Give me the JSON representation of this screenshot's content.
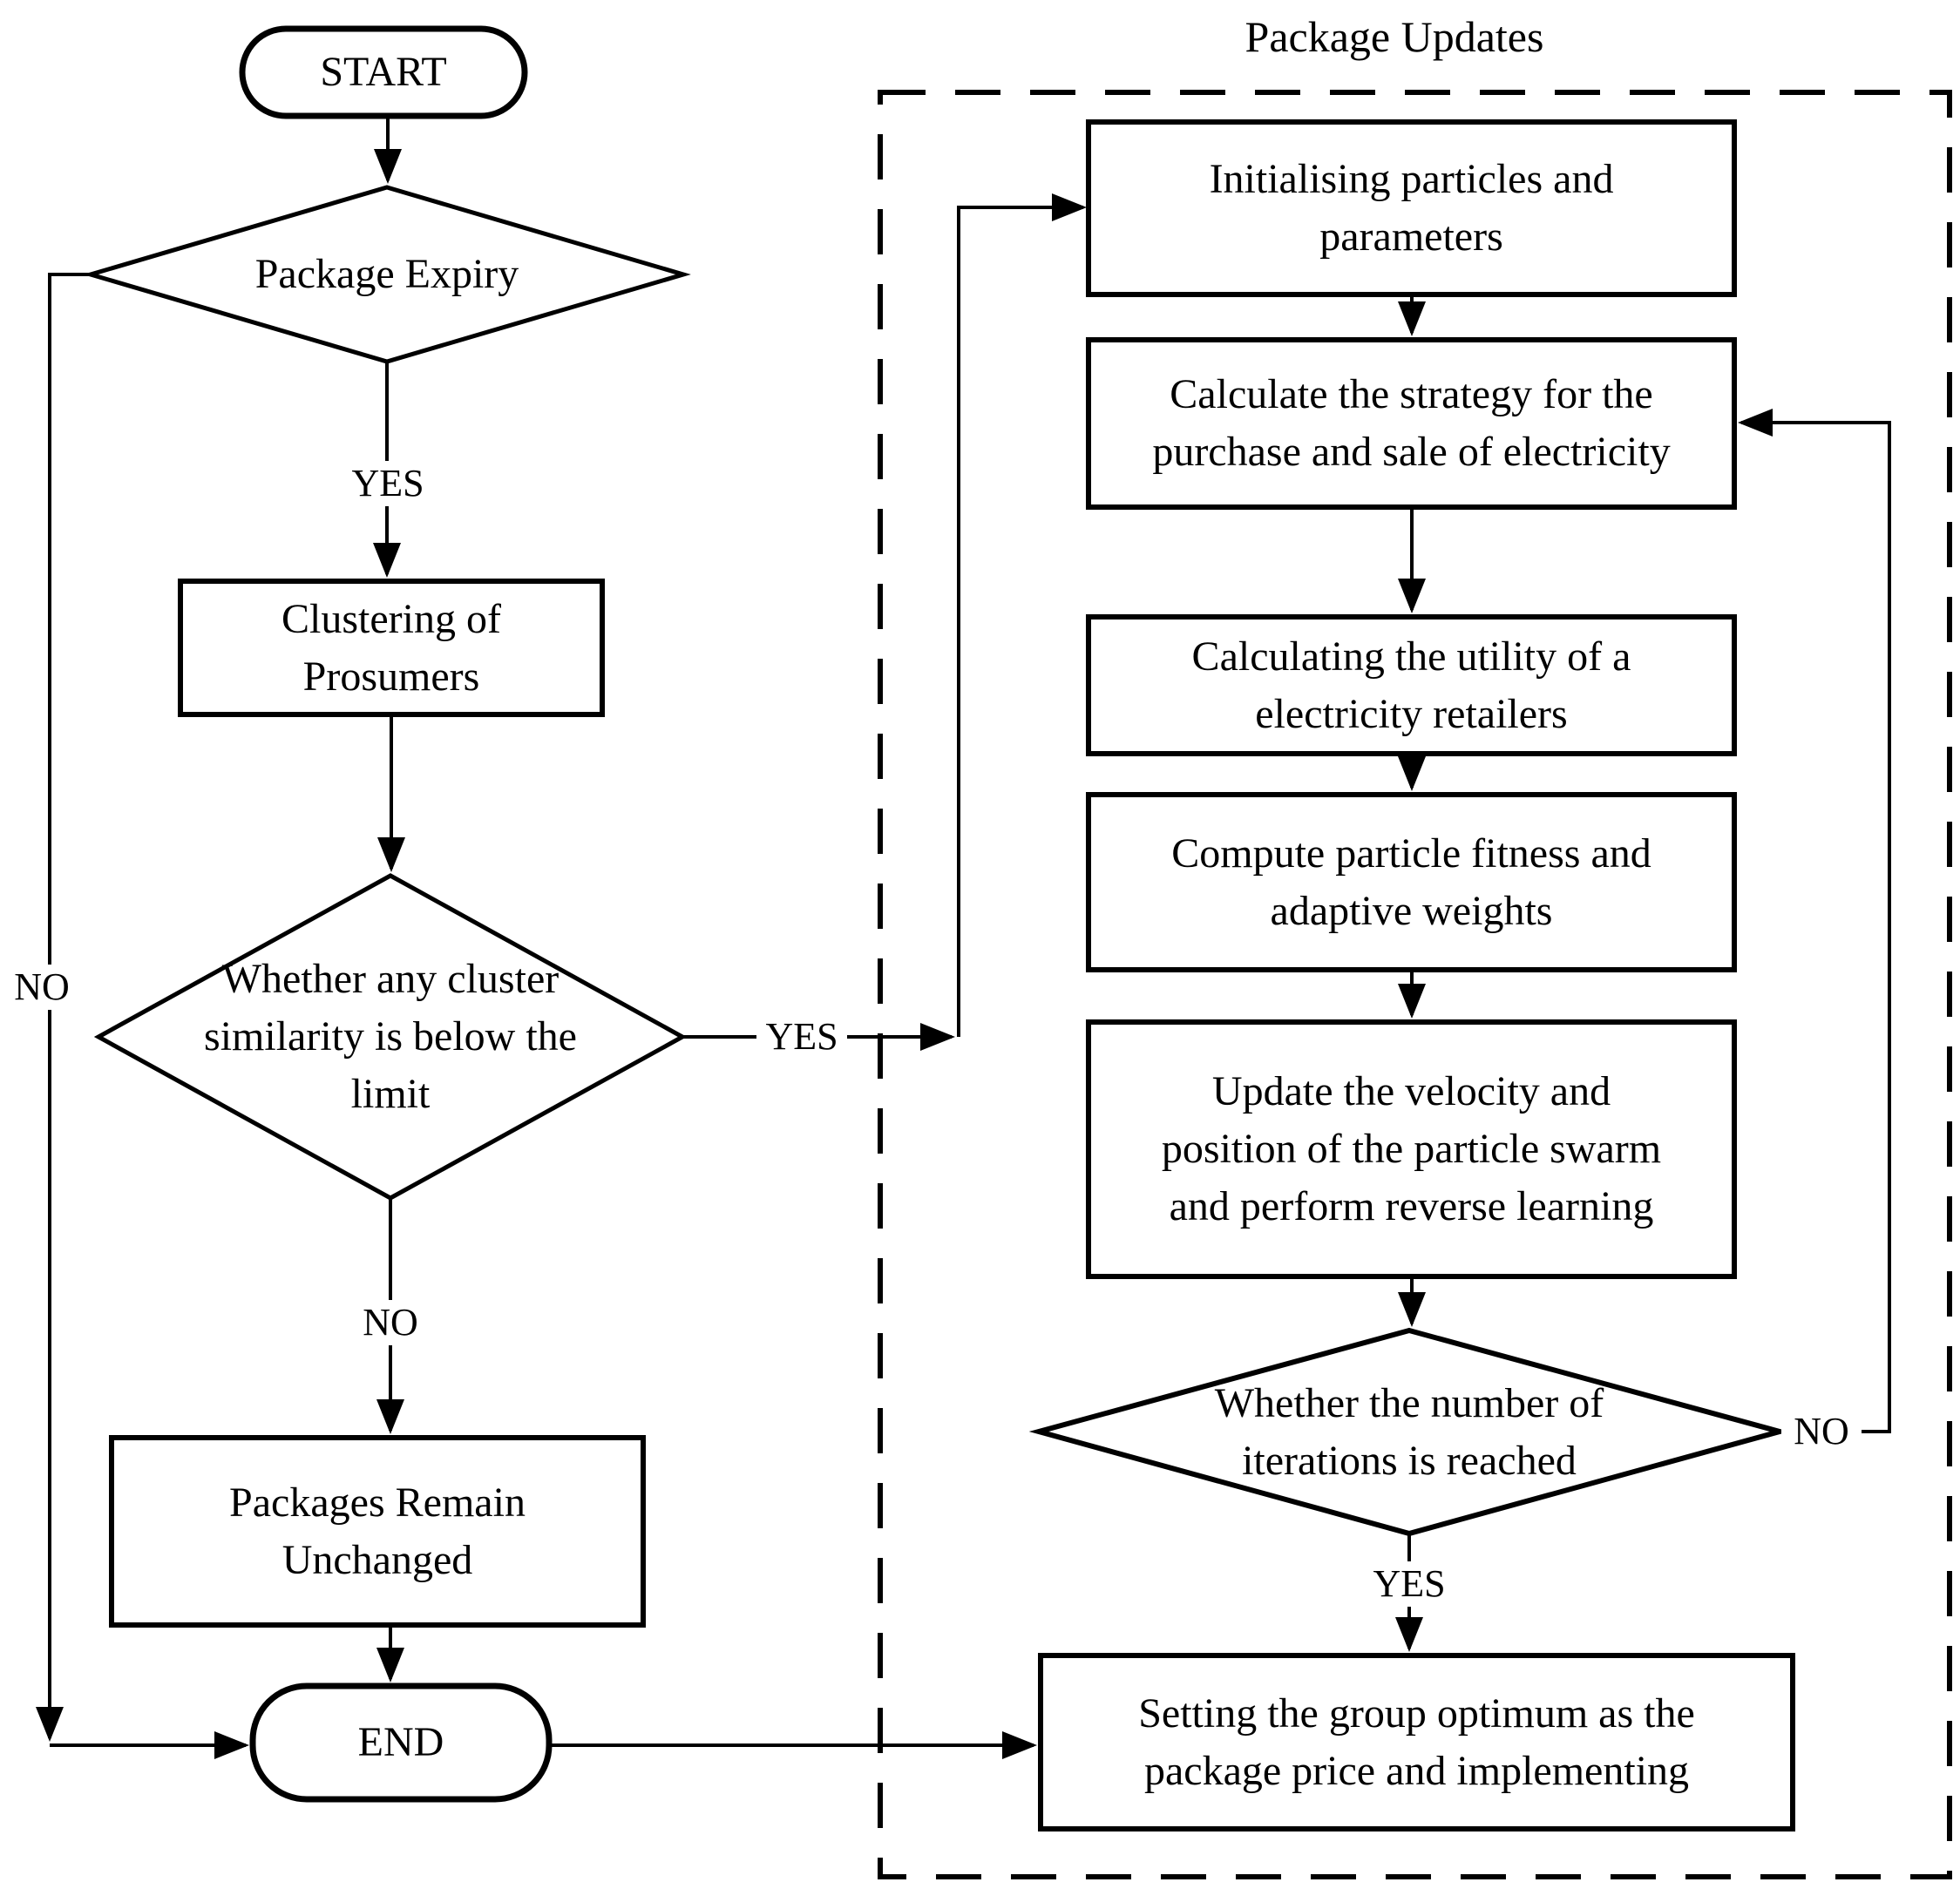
{
  "diagram_title": "Package Updates",
  "nodes": {
    "start": "START",
    "package_expiry": "Package Expiry",
    "clustering": "Clustering of\nProsumers",
    "cluster_similarity": "Whether any cluster\nsimilarity is below the\nlimit",
    "packages_unchanged": "Packages Remain\nUnchanged",
    "end": "END",
    "initialising": "Initialising particles and\nparameters",
    "calculate_strategy": "Calculate the strategy for the\npurchase and sale of electricity",
    "calculating_utility": "Calculating the utility of a\nelectricity retailers",
    "compute_fitness": "Compute particle fitness and\nadaptive weights",
    "update_velocity": "Update the velocity and\nposition of the particle swarm\nand perform reverse learning",
    "iterations_reached": "Whether the number of\niterations is reached",
    "setting_optimum": "Setting the group optimum as the\npackage price and implementing"
  },
  "labels": {
    "expiry_yes": "YES",
    "expiry_no": "NO",
    "similarity_yes": "YES",
    "similarity_no": "NO",
    "iterations_no": "NO",
    "iterations_yes": "YES"
  },
  "colors": {
    "stroke": "#000000",
    "background": "#ffffff"
  }
}
